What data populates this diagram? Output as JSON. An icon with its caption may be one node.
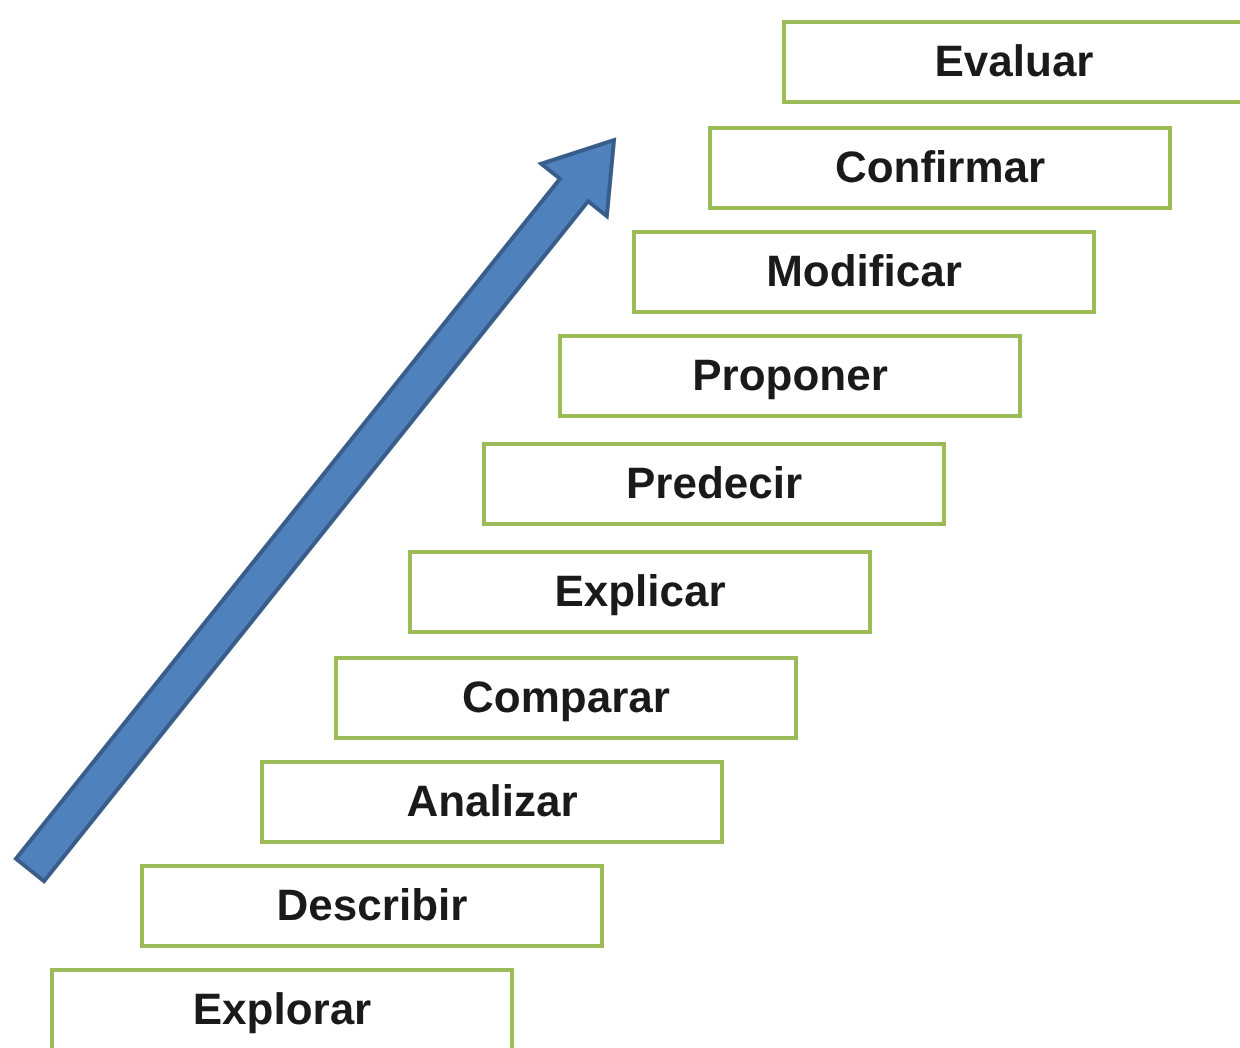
{
  "diagram": {
    "nodes": [
      {
        "text": [
          "Explorar"
        ]
      },
      {
        "text": [
          "Describir"
        ]
      },
      {
        "text": [
          "Analizar"
        ]
      },
      {
        "text": [
          "Comparar"
        ]
      },
      {
        "text": [
          "Explicar"
        ]
      },
      {
        "text": [
          "Predecir"
        ]
      },
      {
        "text": [
          "Proponer"
        ]
      },
      {
        "text": [
          "Modificar"
        ]
      },
      {
        "text": [
          "Confirmar"
        ]
      },
      {
        "text": [
          "Evaluar"
        ]
      }
    ],
    "edges": []
  }
}
